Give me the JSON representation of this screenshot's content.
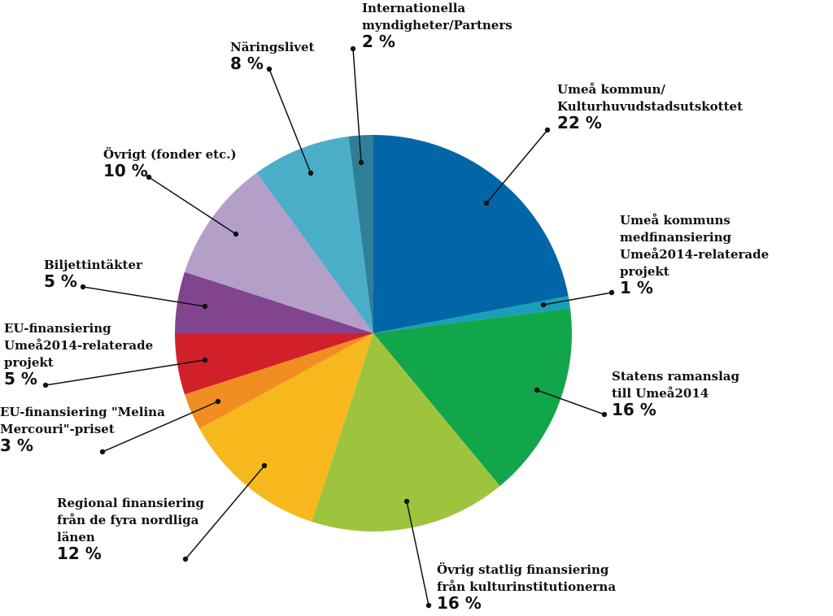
{
  "chart_data": {
    "type": "pie",
    "start": "top",
    "direction": "clockwise",
    "slices": [
      {
        "label_lines": [
          "Umeå kommun/",
          "Kulturhuvudstadsutskottet"
        ],
        "value": 22,
        "value_label": "22 %",
        "color": "#0066a8"
      },
      {
        "label_lines": [
          "Umeå kommuns",
          "medfinansiering",
          "Umeå2014-relaterade",
          "projekt"
        ],
        "value": 1,
        "value_label": "1 %",
        "color": "#1a9fba"
      },
      {
        "label_lines": [
          "Statens ramanslag",
          "till Umeå2014"
        ],
        "value": 16,
        "value_label": "16 %",
        "color": "#12a64a"
      },
      {
        "label_lines": [
          "Övrig statlig finansiering",
          "från kulturinstitutionerna"
        ],
        "value": 16,
        "value_label": "16 %",
        "color": "#9ec43e"
      },
      {
        "label_lines": [
          "Regional finansiering",
          "från de fyra nordliga",
          "länen"
        ],
        "value": 12,
        "value_label": "12 %",
        "color": "#f6b81c"
      },
      {
        "label_lines": [
          "EU-finansiering \"Melina",
          "Mercouri\"-priset"
        ],
        "value": 3,
        "value_label": "3 %",
        "color": "#f18e22"
      },
      {
        "label_lines": [
          "EU-finansiering",
          "Umeå2014-relaterade",
          "projekt"
        ],
        "value": 5,
        "value_label": "5 %",
        "color": "#d1202a"
      },
      {
        "label_lines": [
          "Biljettintäkter"
        ],
        "value": 5,
        "value_label": "5 %",
        "color": "#82448f"
      },
      {
        "label_lines": [
          "Övrigt (fonder etc.)"
        ],
        "value": 10,
        "value_label": "10 %",
        "color": "#b39fc8"
      },
      {
        "label_lines": [
          "Näringslivet"
        ],
        "value": 8,
        "value_label": "8 %",
        "color": "#4aaec9"
      },
      {
        "label_lines": [
          "Internationella",
          "myndigheter/Partners"
        ],
        "value": 2,
        "value_label": "2 %",
        "color": "#2f7e98"
      }
    ]
  }
}
